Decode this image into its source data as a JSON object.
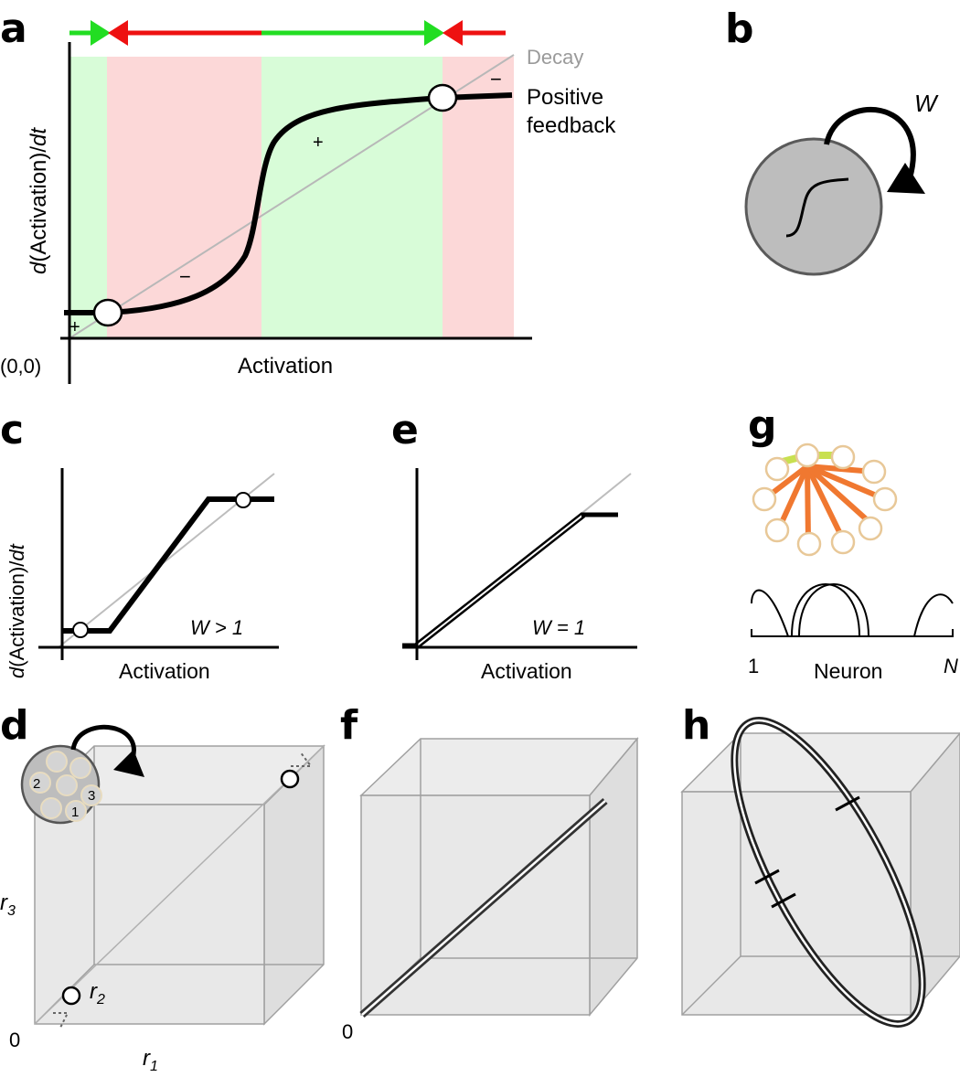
{
  "panels": {
    "a": {
      "label": "a",
      "ylabel_d": "d",
      "ylabel_mid": "(Activation)/",
      "ylabel_dt": "dt",
      "xlabel": "Activation",
      "origin": "(0,0)",
      "decay": "Decay",
      "feedback_line1": "Positive",
      "feedback_line2": "feedback",
      "sign_plus_1": "+",
      "sign_minus_1": "−",
      "sign_plus_2": "+",
      "sign_minus_2": "−",
      "colors": {
        "stable_flow": "#22dd22",
        "unstable_flow": "#ee1111",
        "green_region": "#d8fcd8",
        "red_region": "#fcd8d8"
      }
    },
    "b": {
      "label": "b",
      "weight": "W"
    },
    "c": {
      "label": "c",
      "ylabel_d": "d",
      "ylabel_mid": "(Activation)/",
      "ylabel_dt": "dt",
      "xlabel": "Activation",
      "condition": "W > 1"
    },
    "d": {
      "label": "d",
      "axis_r1": "r",
      "axis_r1_sub": "1",
      "axis_r2": "r",
      "axis_r2_sub": "2",
      "axis_r3": "r",
      "axis_r3_sub": "3",
      "origin": "0",
      "neurons": [
        "1",
        "2",
        "3"
      ]
    },
    "e": {
      "label": "e",
      "xlabel": "Activation",
      "condition": "W = 1"
    },
    "f": {
      "label": "f",
      "origin": "0"
    },
    "g": {
      "label": "g",
      "axis_start": "1",
      "axis_label": "Neuron",
      "axis_end": "N",
      "colors": {
        "node": "#e8c898",
        "connection": "#f07830",
        "neighbor": "#c8e050"
      }
    },
    "h": {
      "label": "h"
    }
  }
}
